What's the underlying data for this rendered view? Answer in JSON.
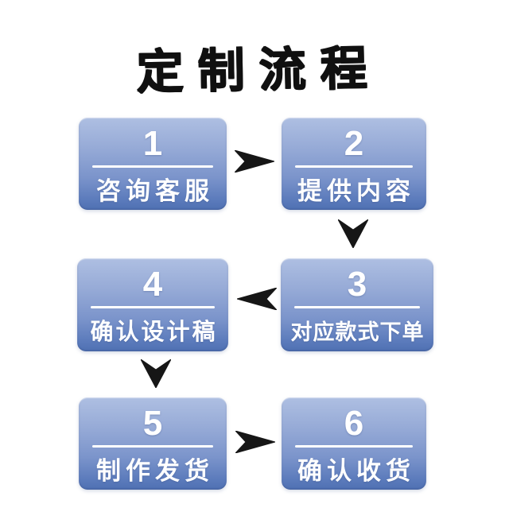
{
  "title": "定制流程",
  "colors": {
    "background": "#ffffff",
    "box_gradient_top": "#aebfe2",
    "box_gradient_bottom": "#4f70b2",
    "box_text": "#ffffff",
    "divider": "#ffffff",
    "arrow": "#161616",
    "title_text": "#101010"
  },
  "flow": {
    "steps": [
      {
        "number": "1",
        "label": "咨询客服"
      },
      {
        "number": "2",
        "label": "提供内容"
      },
      {
        "number": "3",
        "label": "对应款式下单"
      },
      {
        "number": "4",
        "label": "确认设计稿"
      },
      {
        "number": "5",
        "label": "制作发货"
      },
      {
        "number": "6",
        "label": "确认收货"
      }
    ],
    "arrows": [
      {
        "from": "1",
        "to": "2",
        "direction": "right"
      },
      {
        "from": "2",
        "to": "3",
        "direction": "down"
      },
      {
        "from": "3",
        "to": "4",
        "direction": "left"
      },
      {
        "from": "4",
        "to": "5",
        "direction": "down"
      },
      {
        "from": "5",
        "to": "6",
        "direction": "right"
      }
    ]
  }
}
